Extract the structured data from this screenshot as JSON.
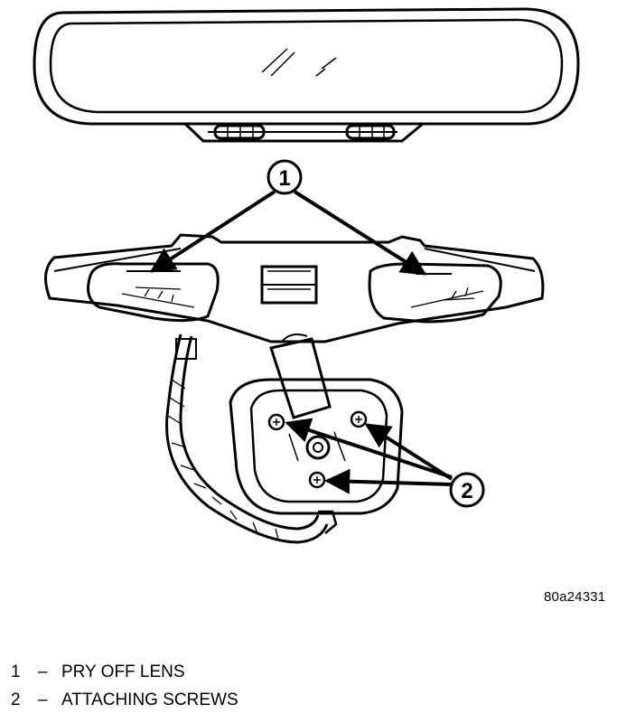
{
  "callouts": [
    {
      "number": "1"
    },
    {
      "number": "2"
    }
  ],
  "reference_code": "80a24331",
  "legend": [
    {
      "number": "1",
      "separator": "–",
      "text": "PRY OFF LENS"
    },
    {
      "number": "2",
      "separator": "–",
      "text": "ATTACHING SCREWS"
    }
  ]
}
